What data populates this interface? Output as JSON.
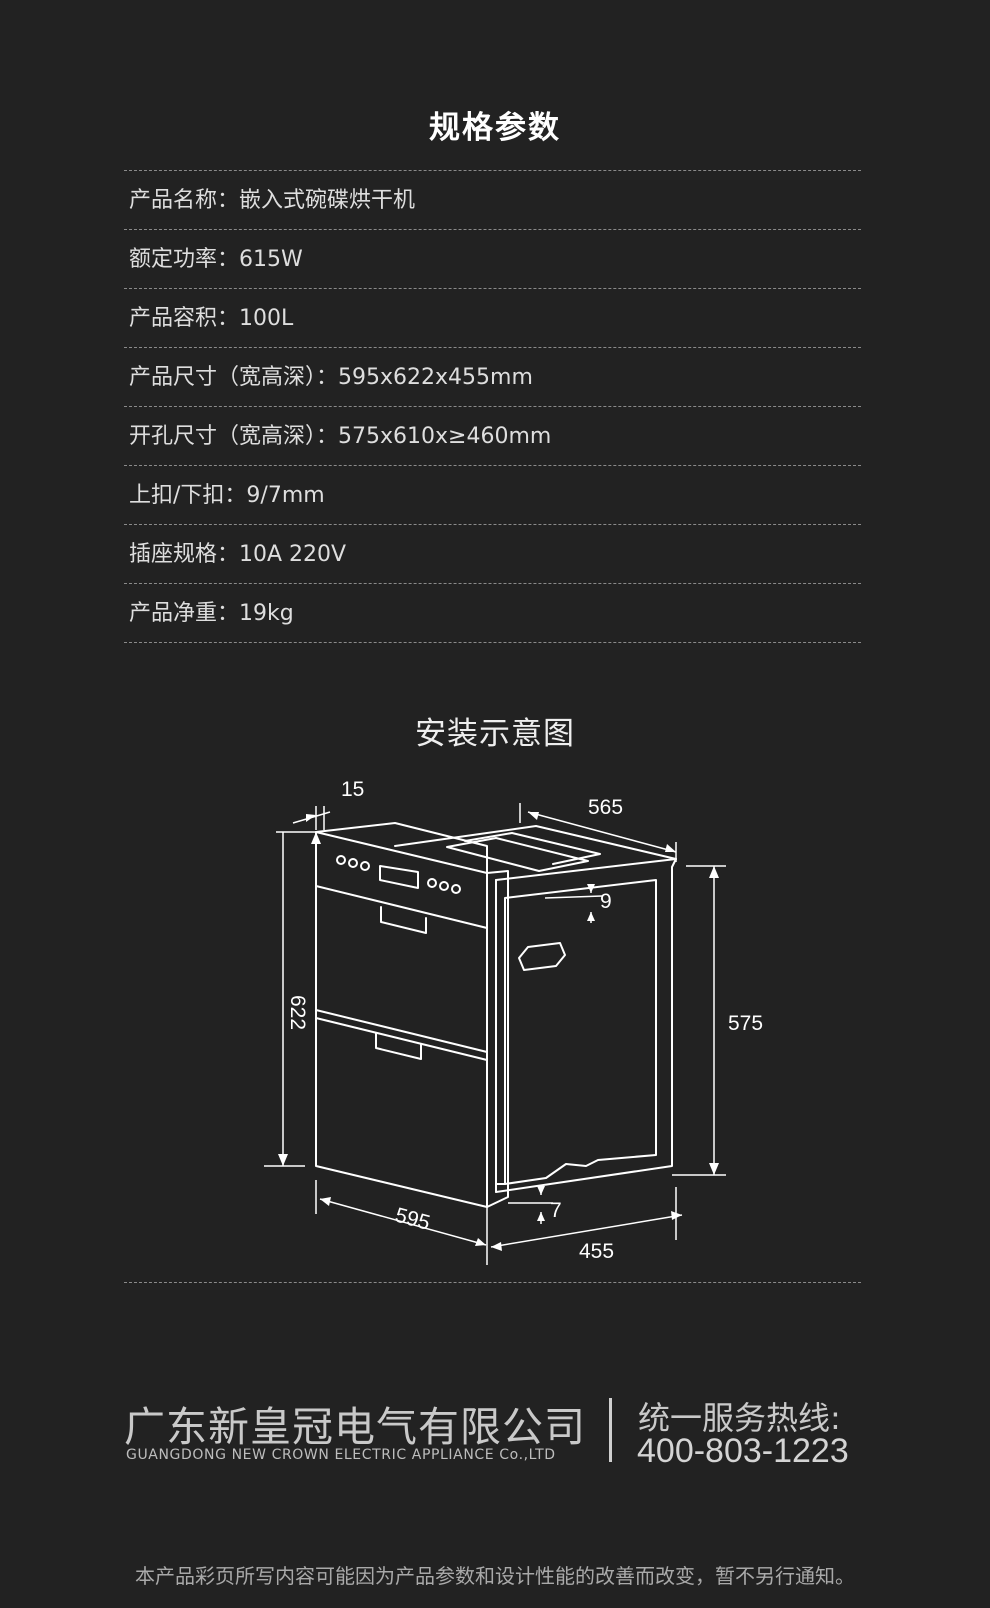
{
  "page_title": "规格参数",
  "specs": [
    {
      "label": "产品名称：",
      "value": "嵌入式碗碟烘干机"
    },
    {
      "label": "额定功率：",
      "value": "615W"
    },
    {
      "label": "产品容积：",
      "value": "100L"
    },
    {
      "label": "产品尺寸（宽高深）：",
      "value": "595x622x455mm"
    },
    {
      "label": "开孔尺寸（宽高深）：",
      "value": "575x610x≥460mm"
    },
    {
      "label": "上扣/下扣：",
      "value": "9/7mm"
    },
    {
      "label": "插座规格：",
      "value": "10A 220V"
    },
    {
      "label": "产品净重：",
      "value": "19kg"
    }
  ],
  "install_title": "安装示意图",
  "diagram": {
    "dimensions": {
      "frame_thickness": "15",
      "cutout_depth": "565",
      "top_clearance": "9",
      "cutout_height": "575",
      "product_height": "622",
      "bottom_clearance": "7",
      "product_width": "595",
      "product_depth": "455"
    }
  },
  "company": {
    "name_cn": "广东新皇冠电气有限公司",
    "name_en": "GUANGDONG NEW CROWN ELECTRIC APPLIANCE Co.,LTD",
    "hotline_label": "统一服务热线:",
    "hotline_number": "400-803-1223"
  },
  "footnote": "本产品彩页所写内容可能因为产品参数和设计性能的改善而改变，暂不另行通知。",
  "colors": {
    "background": "#222222",
    "text": "#dedede",
    "line": "#ffffff"
  }
}
